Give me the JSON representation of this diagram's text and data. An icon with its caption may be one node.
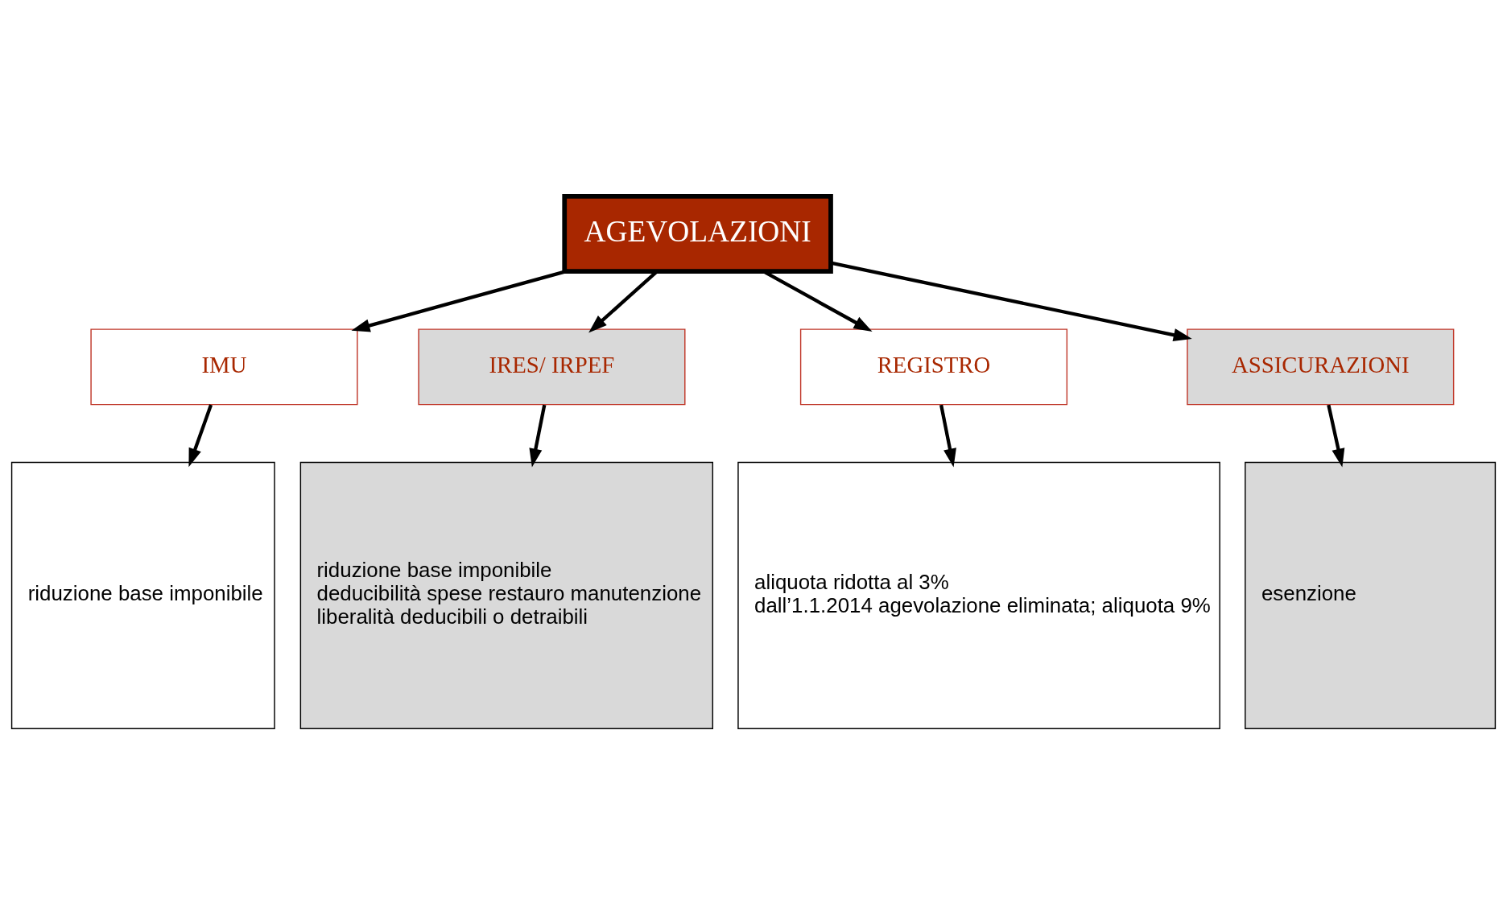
{
  "diagram": {
    "nodes": [
      {
        "text": [
          "AGEVOLAZIONI"
        ]
      },
      {
        "text": [
          "IMU"
        ]
      },
      {
        "text": [
          "IRES/ IRPEF"
        ]
      },
      {
        "text": [
          "REGISTRO"
        ]
      },
      {
        "text": [
          "ASSICURAZIONI"
        ]
      },
      {
        "text": [
          "riduzione base imponibile"
        ]
      },
      {
        "text": [
          "riduzione base imponibile",
          "deducibilità spese restauro manutenzione",
          "liberalità deducibili o detraibili"
        ]
      },
      {
        "text": [
          "aliquota ridotta al 3%",
          "dall’1.1.2014 agevolazione eliminata; aliquota 9%"
        ]
      },
      {
        "text": [
          "esenzione"
        ]
      }
    ],
    "edges": [
      {
        "from": 0,
        "to": 1,
        "arrow": "to"
      },
      {
        "from": 0,
        "to": 2,
        "arrow": "to"
      },
      {
        "from": 0,
        "to": 3,
        "arrow": "to"
      },
      {
        "from": 0,
        "to": 4,
        "arrow": "to"
      },
      {
        "from": 1,
        "to": 5,
        "arrow": "to"
      },
      {
        "from": 2,
        "to": 6,
        "arrow": "to"
      },
      {
        "from": 3,
        "to": 7,
        "arrow": "to"
      },
      {
        "from": 4,
        "to": 8,
        "arrow": "to"
      }
    ]
  }
}
